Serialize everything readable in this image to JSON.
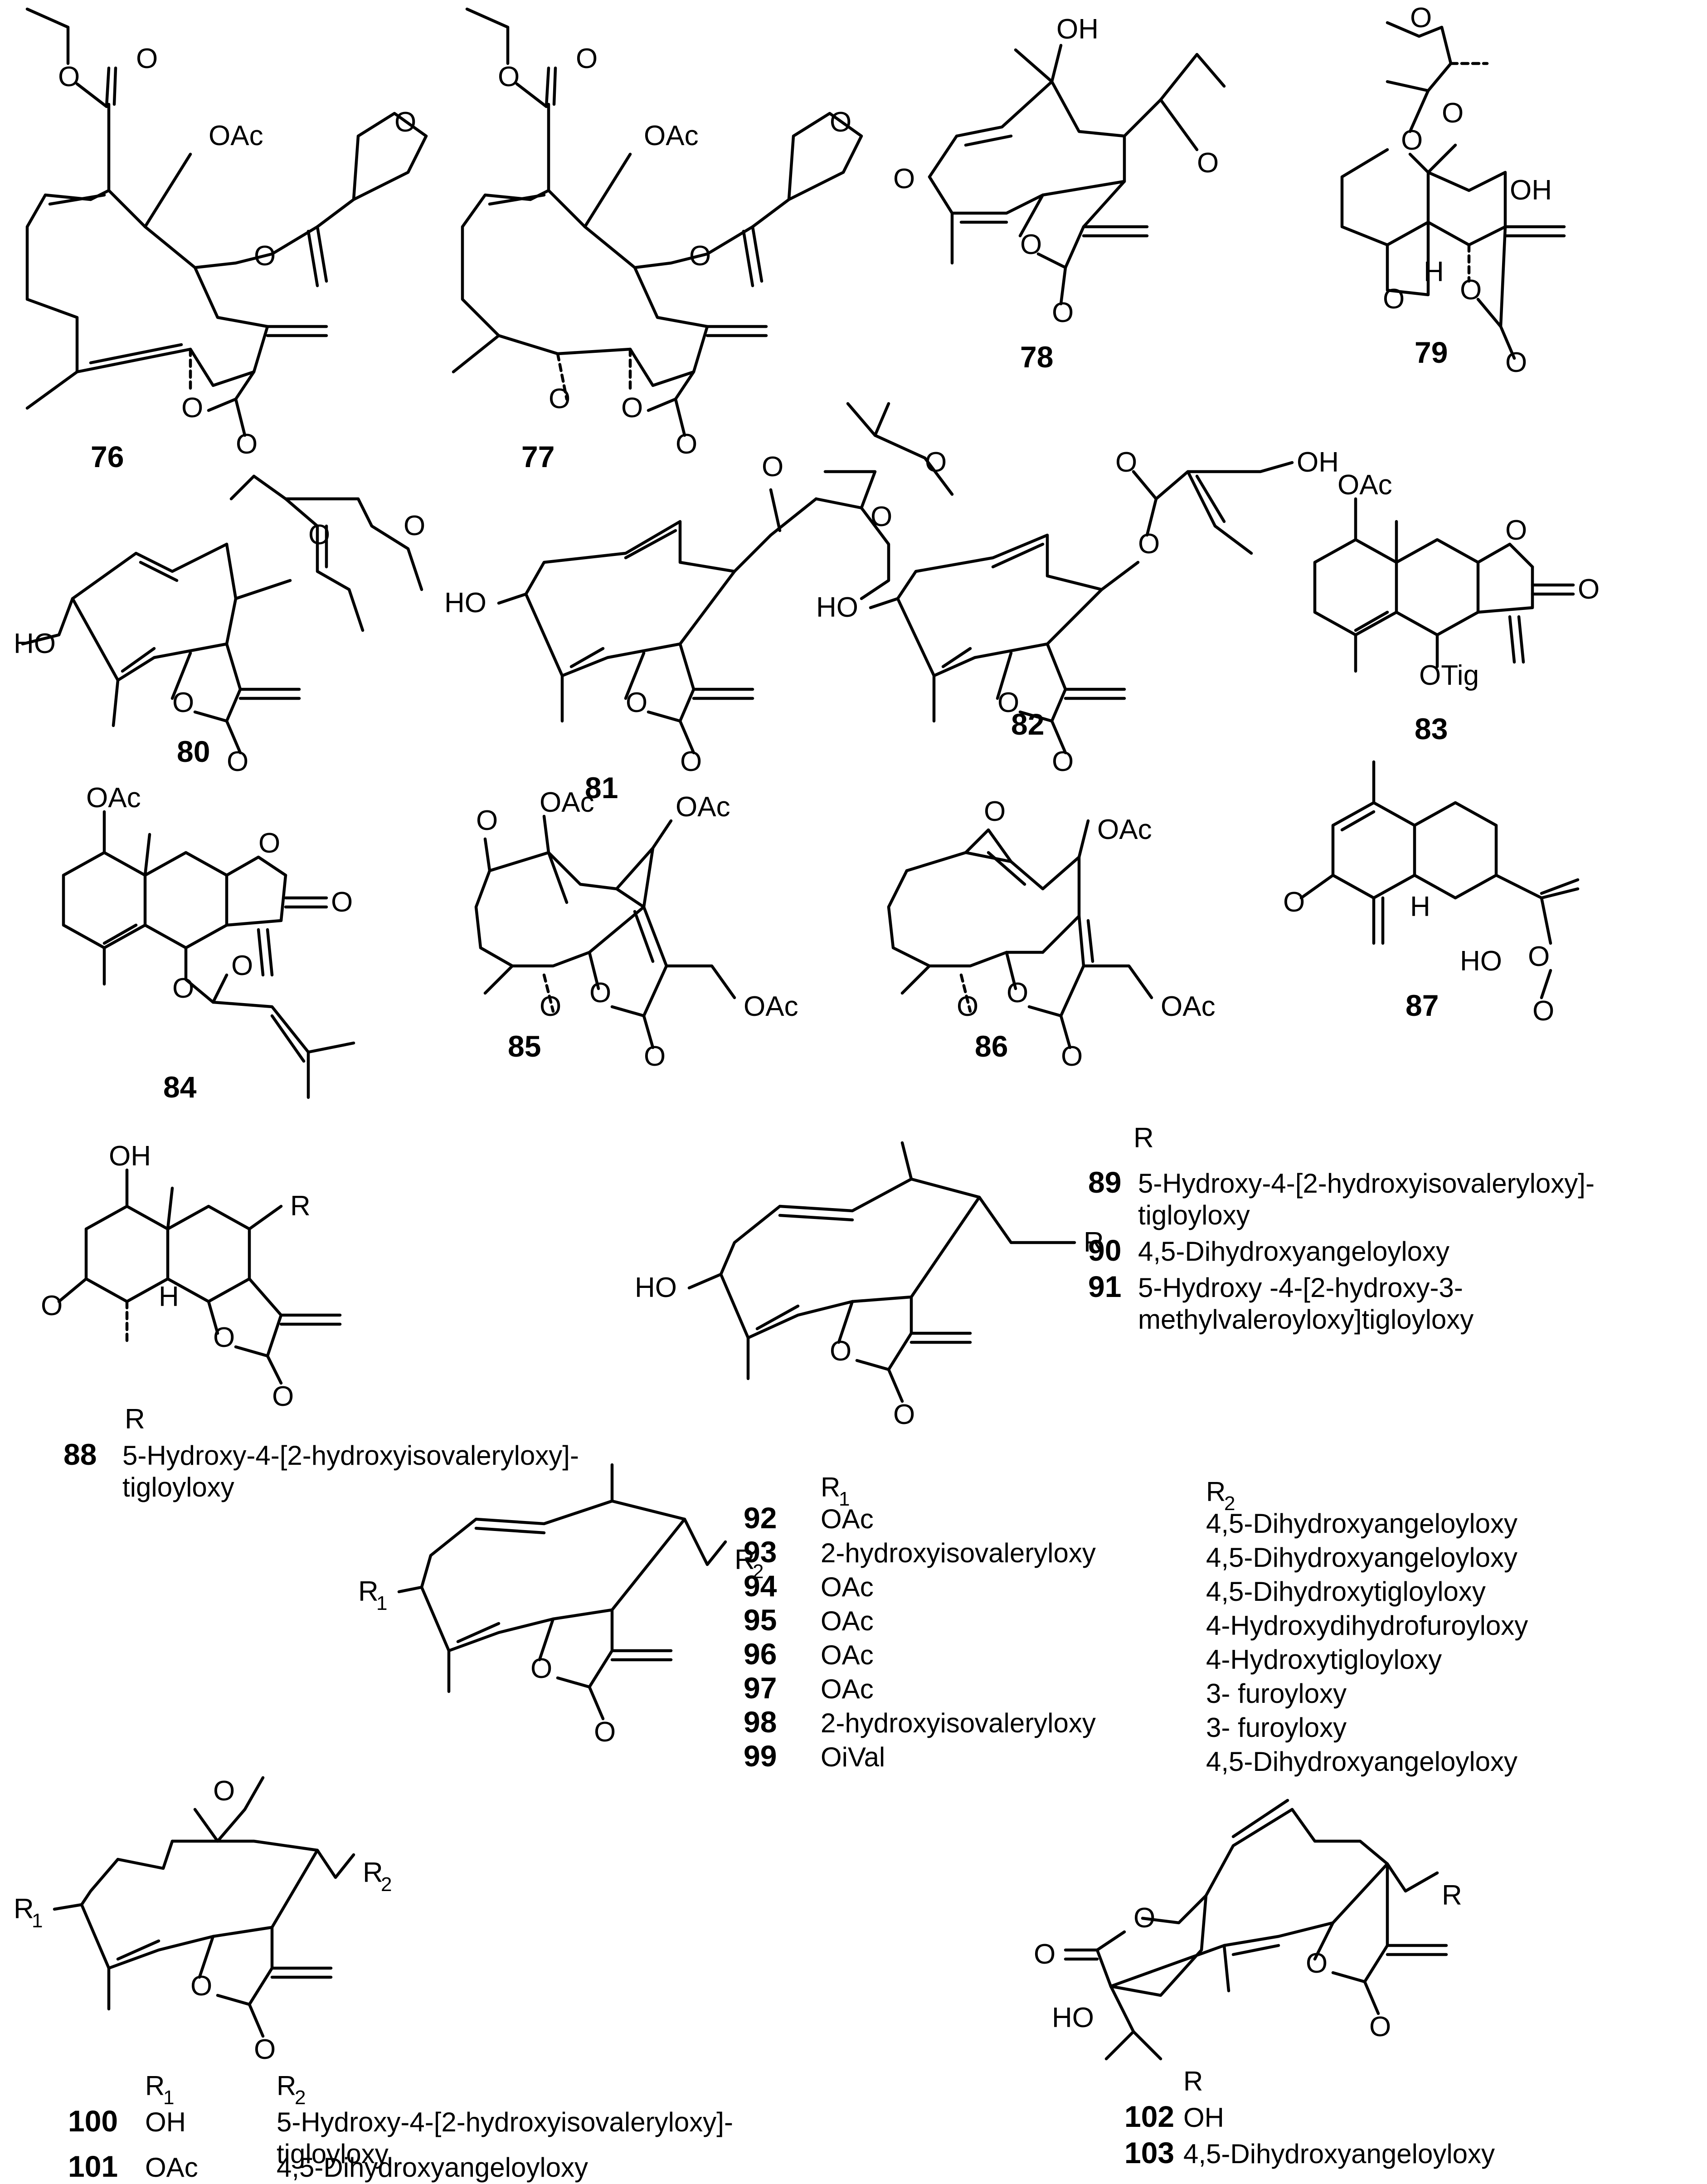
{
  "compounds": [
    {
      "id": "76",
      "substituents": [
        "OAc"
      ]
    },
    {
      "id": "77",
      "substituents": [
        "OAc"
      ]
    },
    {
      "id": "78",
      "substituents": [
        "OH"
      ]
    },
    {
      "id": "79",
      "substituents": [
        "OH"
      ]
    },
    {
      "id": "80",
      "substituents": [
        "HO"
      ]
    },
    {
      "id": "81",
      "substituents": [
        "HO"
      ]
    },
    {
      "id": "82",
      "substituents": [
        "HO",
        "OH"
      ]
    },
    {
      "id": "83",
      "substituents": [
        "OAc",
        "OTig"
      ]
    },
    {
      "id": "84",
      "substituents": [
        "OAc"
      ]
    },
    {
      "id": "85",
      "substituents": [
        "OAc",
        "OAc",
        "OAc"
      ]
    },
    {
      "id": "86",
      "substituents": [
        "OAc",
        "OAc"
      ]
    },
    {
      "id": "87",
      "substituents": [
        "HO"
      ]
    },
    {
      "id": "88",
      "substituents": [
        "OH"
      ]
    }
  ],
  "block88": {
    "header": "R",
    "id": "88",
    "line1": "5-Hydroxy-4-[2-hydroxyisovaleryloxy]-",
    "line2": "tigloyloxy"
  },
  "block89_91": {
    "header": "R",
    "rows": [
      {
        "id": "89",
        "line1": "5-Hydroxy-4-[2-hydroxyisovaleryloxy]-",
        "line2": "tigloyloxy"
      },
      {
        "id": "90",
        "line1": "4,5-Dihydroxyangeloyloxy",
        "line2": ""
      },
      {
        "id": "91",
        "line1": "5-Hydroxy -4-[2-hydroxy-3-",
        "line2": "methylvaleroyloxy]tigloyloxy"
      }
    ]
  },
  "block92_99": {
    "header_r1": "R",
    "header_r1_sub": "1",
    "header_r2": "R",
    "header_r2_sub": "2",
    "rows": [
      {
        "id": "92",
        "r1": "OAc",
        "r2": "4,5-Dihydroxyangeloyloxy"
      },
      {
        "id": "93",
        "r1": "2-hydroxyisovaleryloxy",
        "r2": "4,5-Dihydroxyangeloyloxy"
      },
      {
        "id": "94",
        "r1": "OAc",
        "r2": "4,5-Dihydroxytigloyloxy"
      },
      {
        "id": "95",
        "r1": "OAc",
        "r2": "4-Hydroxydihydrofuroyloxy"
      },
      {
        "id": "96",
        "r1": "OAc",
        "r2": "4-Hydroxytigloyloxy"
      },
      {
        "id": "97",
        "r1": "OAc",
        "r2": "3- furoyloxy"
      },
      {
        "id": "98",
        "r1": "2-hydroxyisovaleryloxy",
        "r2": "3- furoyloxy"
      },
      {
        "id": "99",
        "r1": "OiVal",
        "r2": "4,5-Dihydroxyangeloyloxy"
      }
    ]
  },
  "block100_101": {
    "header_r1": "R",
    "header_r1_sub": "1",
    "header_r2": "R",
    "header_r2_sub": "2",
    "rows": [
      {
        "id": "100",
        "r1": "OH",
        "r2_line1": "5-Hydroxy-4-[2-hydroxyisovaleryloxy]-",
        "r2_line2": "tigloyloxy"
      },
      {
        "id": "101",
        "r1": "OAc",
        "r2_line1": "4,5-Dihydroxyangeloyloxy",
        "r2_line2": ""
      }
    ]
  },
  "block102_103": {
    "header": "R",
    "rows": [
      {
        "id": "102",
        "r": "OH"
      },
      {
        "id": "103",
        "r": "4,5-Dihydroxyangeloyloxy"
      }
    ]
  },
  "labels": {
    "R": "R",
    "R1": "R",
    "R2": "R",
    "sub1": "1",
    "sub2": "2",
    "O": "O",
    "H": "H",
    "HO": "HO",
    "OH": "OH"
  }
}
